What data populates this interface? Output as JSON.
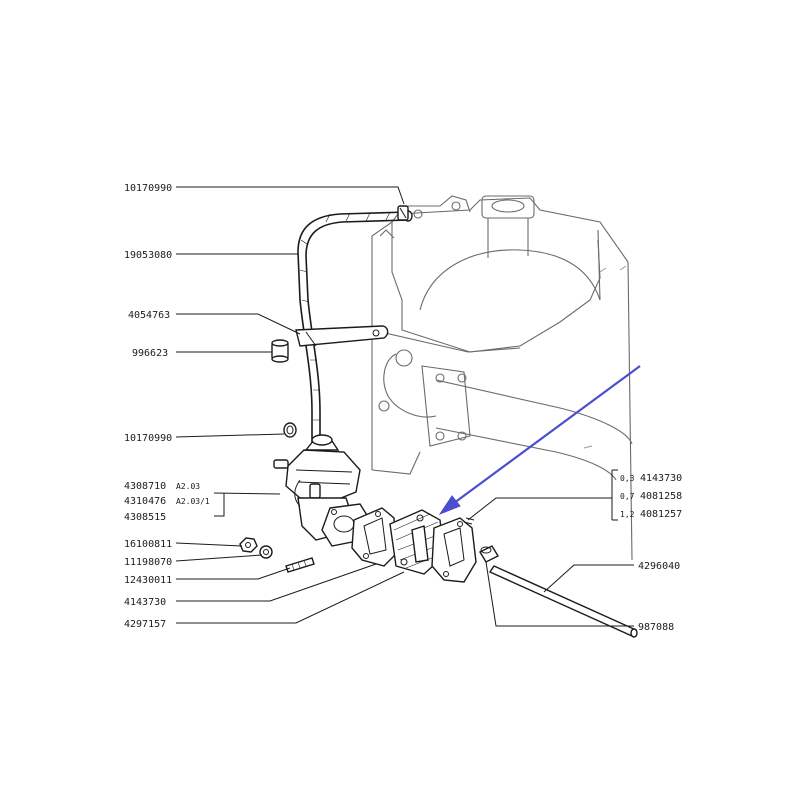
{
  "colors": {
    "background": "#ffffff",
    "ink": "#1b1b1b",
    "engine_outline": "#6b6b6b",
    "arrow": "#4a4fd0"
  },
  "left_labels": {
    "hose_clamp_top": "10170990",
    "fuel_hose": "19053080",
    "bracket": "4054763",
    "grommet": "996623",
    "hose_clamp_bottom": "10170990",
    "pump_a": "4308710",
    "pump_a_note": "A2.03",
    "pump_b": "4310476",
    "pump_b_note": "A2.03/1",
    "pump_c": "4308515",
    "nut": "16100811",
    "washer": "11198070",
    "stud": "12430011",
    "gasket": "4143730",
    "spacer": "4297157"
  },
  "right_labels": {
    "gasket_03_thk": "0,3",
    "gasket_03": "4143730",
    "gasket_07_thk": "0,7",
    "gasket_07": "4081258",
    "gasket_12_thk": "1,2",
    "gasket_12": "4081257",
    "push_rod": "4296040",
    "bushing": "987088"
  }
}
